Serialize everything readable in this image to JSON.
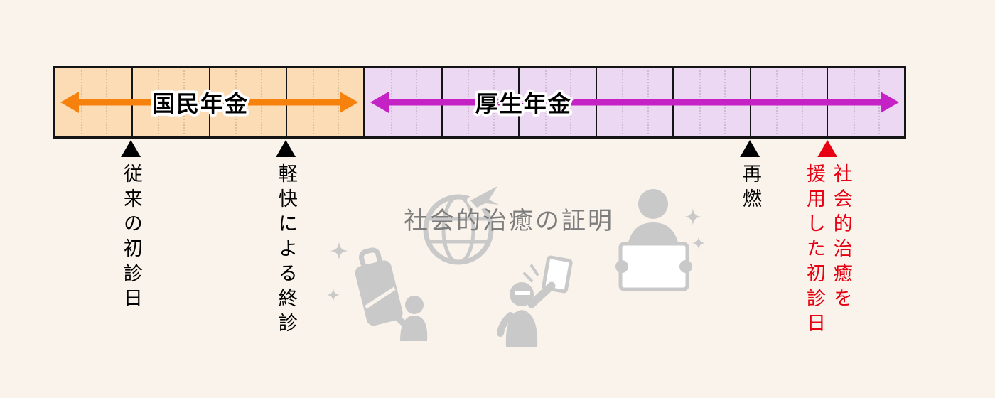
{
  "page": {
    "background_color": "#FAF3EB"
  },
  "colors": {
    "bar_border": "#141414",
    "kokumin_bg": "#FBDCB5",
    "kokumin_arrow": "#F6820D",
    "kosei_bg": "#EDD8F3",
    "kosei_arrow": "#C522C5",
    "marker_black": "#000000",
    "marker_red": "#E60012",
    "caption_gray": "#7D7D7D",
    "icon_gray": "#C9C9C9"
  },
  "timeline": {
    "kokumin": {
      "label": "国民年金",
      "cells": 4
    },
    "kosei": {
      "label": "厚生年金",
      "cells": 7
    }
  },
  "markers": [
    {
      "label": "従来の初診日",
      "color": "#000000"
    },
    {
      "label": "軽快による終診",
      "color": "#000000"
    },
    {
      "label": "再燃",
      "color": "#000000"
    },
    {
      "label": "社会的治癒を\n援用した初診日",
      "color": "#E60012"
    }
  ],
  "caption": "社会的治癒の証明",
  "icons": [
    {
      "name": "luggage-sparkle-icon"
    },
    {
      "name": "globe-airplane-icon"
    },
    {
      "name": "person-raising-card-icon"
    },
    {
      "name": "person-holding-board-icon"
    }
  ]
}
